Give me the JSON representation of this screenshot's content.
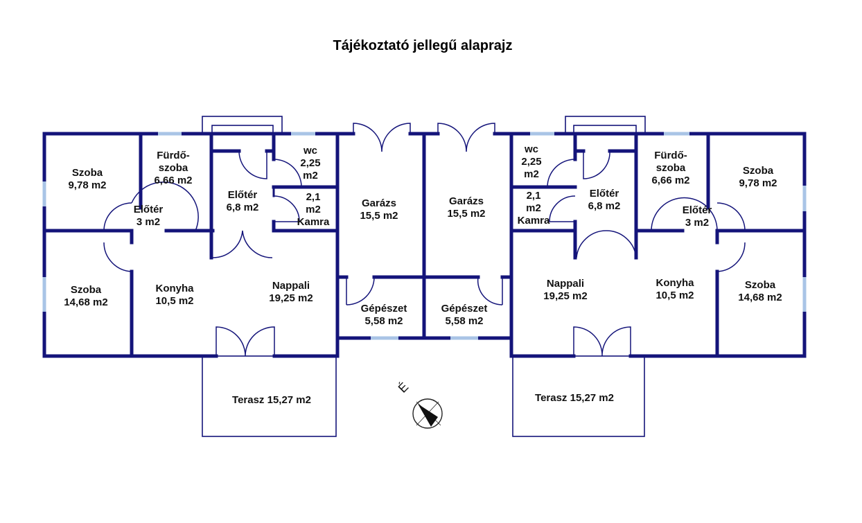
{
  "title": "Tájékoztató jellegű alaprajz",
  "colors": {
    "wall": "#14147a",
    "window": "#a9c4e6",
    "text": "#111111"
  },
  "compass": {
    "label": "É",
    "icon": "north-arrow-icon"
  },
  "rooms": {
    "l_szoba_top": [
      "Szoba",
      "9,78 m2"
    ],
    "l_furdo": [
      "Fürdő-",
      "szoba",
      "6,66 m2"
    ],
    "l_eloter_small": [
      "Előtér",
      "3 m2"
    ],
    "l_eloter_main": [
      "Előtér",
      "6,8 m2"
    ],
    "l_wc": [
      "wc",
      "2,25",
      "m2"
    ],
    "l_kamra": [
      "2,1",
      "m2",
      "Kamra"
    ],
    "l_garazs": [
      "Garázs",
      "15,5 m2"
    ],
    "l_szoba_bottom": [
      "Szoba",
      "14,68 m2"
    ],
    "l_konyha": [
      "Konyha",
      "10,5 m2"
    ],
    "l_nappali": [
      "Nappali",
      "19,25 m2"
    ],
    "l_gepeszet": [
      "Gépészet",
      "5,58 m2"
    ],
    "l_terasz": [
      "Terasz 15,27 m2"
    ],
    "r_garazs": [
      "Garázs",
      "15,5 m2"
    ],
    "r_gepeszet": [
      "Gépészet",
      "5,58 m2"
    ],
    "r_wc": [
      "wc",
      "2,25",
      "m2"
    ],
    "r_kamra": [
      "2,1",
      "m2",
      "Kamra"
    ],
    "r_eloter_main": [
      "Előtér",
      "6,8 m2"
    ],
    "r_furdo": [
      "Fürdő-",
      "szoba",
      "6,66 m2"
    ],
    "r_szoba_top": [
      "Szoba",
      "9,78 m2"
    ],
    "r_eloter_small": [
      "Előtér",
      "3 m2"
    ],
    "r_nappali": [
      "Nappali",
      "19,25 m2"
    ],
    "r_konyha": [
      "Konyha",
      "10,5 m2"
    ],
    "r_szoba_bottom": [
      "Szoba",
      "14,68 m2"
    ],
    "r_terasz": [
      "Terasz 15,27 m2"
    ]
  }
}
